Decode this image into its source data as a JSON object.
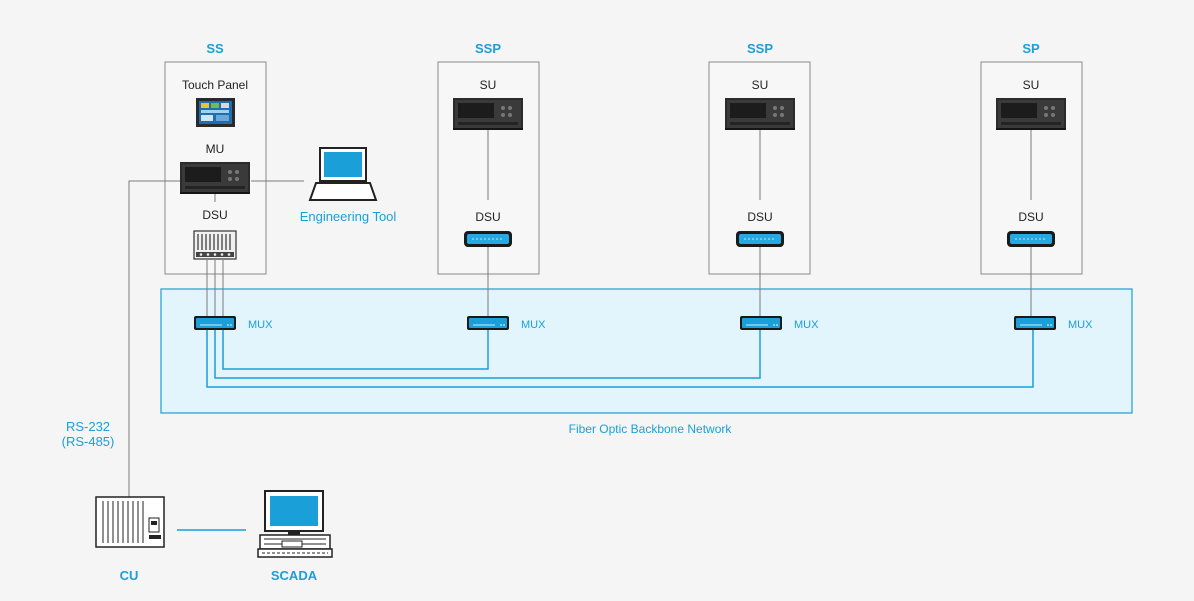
{
  "stations": [
    {
      "title": "SS",
      "top_unit": "Touch Panel",
      "mid_unit": "MU",
      "bottom_unit": "DSU"
    },
    {
      "title": "SSP",
      "top_unit": "SU",
      "bottom_unit": "DSU"
    },
    {
      "title": "SSP",
      "top_unit": "SU",
      "bottom_unit": "DSU"
    },
    {
      "title": "SP",
      "top_unit": "SU",
      "bottom_unit": "DSU"
    }
  ],
  "mux_label": "MUX",
  "network_label": "Fiber Optic Backbone Network",
  "engineering_tool_label": "Engineering Tool",
  "serial_label_1": "RS-232",
  "serial_label_2": "(RS-485)",
  "cu_label": "CU",
  "scada_label": "SCADA",
  "colors": {
    "accent": "#1a9fd9",
    "network_fill": "#e2f4fc",
    "background": "#f5f5f5"
  }
}
